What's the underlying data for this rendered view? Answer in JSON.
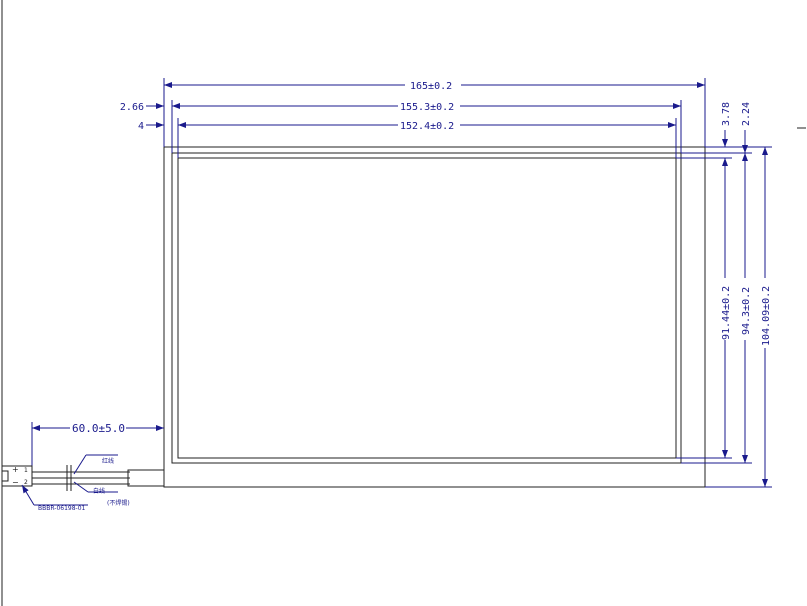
{
  "drawing": {
    "dimensions": {
      "overall_width": "165±0.2",
      "active_width": "155.3±0.2",
      "view_width": "152.4±0.2",
      "left_offset_1": "2.66",
      "left_offset_2": "4",
      "top_offset_1": "3.78",
      "top_offset_2": "2.24",
      "view_height": "91.44±0.2",
      "active_height": "94.3±0.2",
      "overall_height": "104.09±0.2",
      "cable_length": "60.0±5.0"
    },
    "connector": {
      "pin_plus": "+",
      "pin_minus": "−",
      "pin_1": "1",
      "pin_2": "2",
      "part_number": "BBBR-06198-01"
    },
    "wires": {
      "wire_top": "红线",
      "wire_bottom": "白线",
      "note": "(不焊锡)"
    },
    "colors": {
      "dimension": "#1a1a8c",
      "outline": "#222222"
    }
  }
}
